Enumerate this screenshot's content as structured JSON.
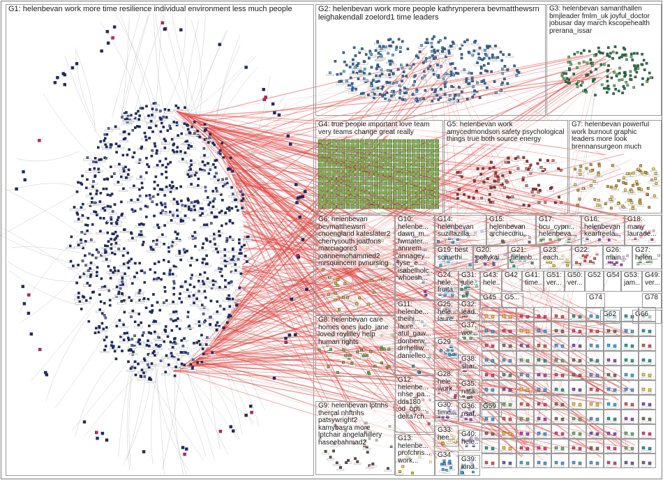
{
  "groups": [
    {
      "id": "G1",
      "label": "G1: helenbevan work more time resilience individual environment less much people"
    },
    {
      "id": "G2",
      "label": "G2: helenbevan work more people kathrynperera bevmatthewsrn leighakendall zoelord1 time leaders"
    },
    {
      "id": "G3",
      "label": "G3: helenbevan samanthallen bmjleader fmlm_uk joyful_doctor jobusar day march kscopehealth prerana_issar"
    },
    {
      "id": "G4",
      "label": "G4: true people important love team very teams change great really"
    },
    {
      "id": "G5",
      "label": "G5: helenbevan work amycedmondson safety psychological things true both source energy"
    },
    {
      "id": "G7",
      "label": "G7: helenbevan powerful work burnout graphic leaders more look brennansurgeon much"
    },
    {
      "id": "G6",
      "label": "G6: helenbevan bevmatthewsrn cnoengland kateslater2 cherrysouth joatfons marciagore3 joannemohammed2 mrsquincent pvnursing"
    },
    {
      "id": "G10",
      "label": "G10: helenbe... dawn_m... fwmater... annrem... annagey... lyse_e... isabelholc... whoesh..."
    },
    {
      "id": "G14",
      "label": "G14: helenbevan suzillazilla..."
    },
    {
      "id": "G15",
      "label": "G15: helenbevan archiecuriu..."
    },
    {
      "id": "G17",
      "label": "G17: bcu_cypn... helenbeva..."
    },
    {
      "id": "G16",
      "label": "G16: helenbevan kearfreela..."
    },
    {
      "id": "G18",
      "label": "G18: many laurade..."
    },
    {
      "id": "G19",
      "label": "G19: best somethi..."
    },
    {
      "id": "G20",
      "label": "G20: pollykai..."
    },
    {
      "id": "G21",
      "label": "G21: helenb..."
    },
    {
      "id": "G23",
      "label": "G23: each..."
    },
    {
      "id": "G22",
      "label": "G22:"
    },
    {
      "id": "G26",
      "label": "G26: main..."
    },
    {
      "id": "G27",
      "label": "G27: helen..."
    },
    {
      "id": "G24",
      "label": "G24: hele... fruita..."
    },
    {
      "id": "G31",
      "label": "G31: julie..."
    },
    {
      "id": "G43",
      "label": "G43: hele..."
    },
    {
      "id": "G42",
      "label": "G42"
    },
    {
      "id": "G41",
      "label": "G41: time..."
    },
    {
      "id": "G51",
      "label": "G51: ver..."
    },
    {
      "id": "G50",
      "label": "G50: ver..."
    },
    {
      "id": "G52",
      "label": "G52"
    },
    {
      "id": "G54",
      "label": "G54"
    },
    {
      "id": "G53",
      "label": "G53: jam..."
    },
    {
      "id": "G49",
      "label": "G49: ver..."
    },
    {
      "id": "G11",
      "label": "G11: helenbe... theihi... laure... atul_gaw... donberw... drrhelliw... danielleo..."
    },
    {
      "id": "G25",
      "label": "G25: hele... laure..."
    },
    {
      "id": "G32",
      "label": "G32: lead..."
    },
    {
      "id": "G45",
      "label": "G45"
    },
    {
      "id": "G5x",
      "label": "G5..."
    },
    {
      "id": "G74",
      "label": "G74"
    },
    {
      "id": "G78",
      "label": "G78"
    },
    {
      "id": "G8",
      "label": "G8: helenbevan care homes ones judo_jane loved roylilley help human rights"
    },
    {
      "id": "G29",
      "label": "G29"
    },
    {
      "id": "G37",
      "label": "G37: wor..."
    },
    {
      "id": "G62",
      "label": "G62"
    },
    {
      "id": "G66",
      "label": "G66"
    },
    {
      "id": "G38",
      "label": "G38: shar..."
    },
    {
      "id": "G12",
      "label": "G12: helenbe... nhse_pa... dds180 od_opti... delta7ch..."
    },
    {
      "id": "G28",
      "label": "G28: hele... work..."
    },
    {
      "id": "G35",
      "label": "G35: nata..."
    },
    {
      "id": "G36",
      "label": "G36: nsaf..."
    },
    {
      "id": "G59",
      "label": "G59"
    },
    {
      "id": "G30",
      "label": "G30: time..."
    },
    {
      "id": "G9",
      "label": "G9: helenbevan lptnhs therçal nhftnhs patsywright2 kamybasra more lptchair angelahillery haseebahmad2"
    },
    {
      "id": "G13",
      "label": "G13: helenbe... profchris... work..."
    },
    {
      "id": "G33",
      "label": "G33: hee..."
    },
    {
      "id": "G40",
      "label": "G40: hele..."
    },
    {
      "id": "G34",
      "label": "G34"
    },
    {
      "id": "G39",
      "label": "G39: kind..."
    }
  ],
  "group_colors": {
    "G1": "#1b2a78",
    "G2": "#2f6fb3",
    "G3": "#1f7a4a",
    "G4": "#3c9a2c",
    "G5": "#b02b2b",
    "G7": "#d59a2c",
    "G6": "#c9c23a",
    "G8": "#7cb342",
    "G9": "#6d4c41",
    "small": "#7e57c2"
  },
  "edge_colors": {
    "inter": "#e53935",
    "intra": "#9e9e9e"
  }
}
